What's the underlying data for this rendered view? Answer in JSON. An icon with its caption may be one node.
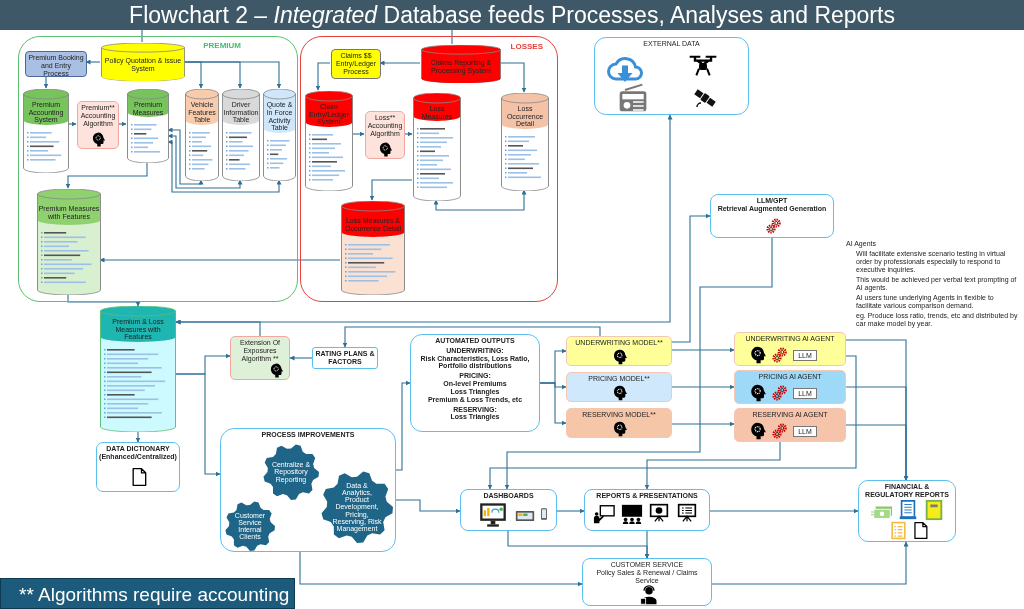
{
  "diagram": {
    "title": "Flowchart 2 – *Integrated* Database feeds Processes, Analyses and Reports",
    "nodes": [
      {
        "text": [
          "PREMIUM"
        ]
      },
      {
        "text": [
          "LOSSES"
        ]
      },
      {
        "text": [
          "Premium Booking and Entry Process"
        ],
        "in": 0
      },
      {
        "text": [
          "Policy Quotation & Issue System"
        ],
        "in": 0
      },
      {
        "text": [
          "Premium Accounting System"
        ],
        "in": 0
      },
      {
        "text": [
          "Premium** Accounting Algorithm"
        ],
        "in": 0
      },
      {
        "text": [
          "Premium Measures"
        ],
        "in": 0
      },
      {
        "text": [
          "Vehicle Features Table"
        ],
        "in": 0
      },
      {
        "text": [
          "Driver Information Table"
        ],
        "in": 0
      },
      {
        "text": [
          "Quote & In Force Activity Table"
        ],
        "in": 0
      },
      {
        "text": [
          "Premium Measures with Features"
        ],
        "in": 0
      },
      {
        "text": [
          "Claims $$ Entry/Ledger Process"
        ],
        "in": 1
      },
      {
        "text": [
          "Claims Reporting & Processing System"
        ],
        "in": 1
      },
      {
        "text": [
          "Claim Entry/Ledger System"
        ],
        "in": 1
      },
      {
        "text": [
          "Loss** Accounting Algorithm"
        ],
        "in": 1
      },
      {
        "text": [
          "Loss Measures"
        ],
        "in": 1
      },
      {
        "text": [
          "Loss Occurrence Detail"
        ],
        "in": 1
      },
      {
        "text": [
          "Loss Measures & Occurrence Detail"
        ],
        "in": 1
      },
      {
        "text": [
          "EXTERNAL DATA"
        ]
      },
      {
        "text": [
          "LLM/GPT",
          "Retrieval Augmented Generation"
        ]
      },
      {
        "text": [
          "Premium & Loss Measures with Features"
        ]
      },
      {
        "text": [
          "Extension Of Exposures Algorithm **"
        ]
      },
      {
        "text": [
          "RATING PLANS & FACTORS"
        ]
      },
      {
        "text": [
          "DATA DICTIONARY (Enhanced/Centralized)"
        ]
      },
      {
        "text": [
          "PROCESS IMPROVEMENTS"
        ]
      },
      {
        "text": [
          "Centralize & Repository Reporting"
        ],
        "in": 24
      },
      {
        "text": [
          "Customer Service Internal Clients"
        ],
        "in": 24
      },
      {
        "text": [
          "Data & Analytics, Product Development, Pricing, Reserving, Risk Management"
        ],
        "in": 24
      },
      {
        "text": [
          "AUTOMATED OUTPUTS",
          "UNDERWRITING:",
          "Risk Characteristics, Loss Ratio, Portfolio distributions",
          "PRICING:",
          "On-level Premiums",
          "Loss Triangles",
          "Premium & Loss Trends, etc",
          "RESERVING:",
          "Loss Triangles"
        ]
      },
      {
        "text": [
          "UNDERWRITING MODEL**"
        ]
      },
      {
        "text": [
          "PRICING MODEL**"
        ]
      },
      {
        "text": [
          "RESERVING MODEL**"
        ]
      },
      {
        "text": [
          "UNDERWRITING AI AGENT"
        ]
      },
      {
        "text": [
          "PRICING AI AGENT"
        ]
      },
      {
        "text": [
          "RESERVING AI AGENT"
        ]
      },
      {
        "text": [
          "LLM"
        ],
        "in": 32
      },
      {
        "text": [
          "LLM"
        ],
        "in": 33
      },
      {
        "text": [
          "LLM"
        ],
        "in": 34
      },
      {
        "text": [
          "DASHBOARDS"
        ]
      },
      {
        "text": [
          "REPORTS & PRESENTATIONS"
        ]
      },
      {
        "text": [
          "CUSTOMER SERVICE",
          "Policy Sales & Renewal / Claims Service"
        ]
      },
      {
        "text": [
          "FINANCIAL & REGULATORY REPORTS"
        ]
      }
    ],
    "edges": [
      {
        "from": null,
        "to": 3,
        "arrow": "none"
      },
      {
        "from": null,
        "to": 12,
        "arrow": "none"
      },
      {
        "from": 3,
        "to": 2,
        "arrow": "to"
      },
      {
        "from": 2,
        "to": 4,
        "arrow": "to"
      },
      {
        "from": 3,
        "to": 7,
        "arrow": "to"
      },
      {
        "from": 3,
        "to": 8,
        "arrow": "to"
      },
      {
        "from": 3,
        "to": 9,
        "arrow": "to"
      },
      {
        "from": 4,
        "to": 5,
        "arrow": "to"
      },
      {
        "from": 5,
        "to": 6,
        "arrow": "to"
      },
      {
        "from": 6,
        "to": 10,
        "arrow": "to"
      },
      {
        "from": 7,
        "to": 6,
        "arrow": "both"
      },
      {
        "from": 8,
        "to": 6,
        "arrow": "both"
      },
      {
        "from": 9,
        "to": 6,
        "arrow": "both"
      },
      {
        "from": 17,
        "to": 10,
        "arrow": "to"
      },
      {
        "from": 10,
        "to": 20,
        "arrow": "to"
      },
      {
        "from": 12,
        "to": 11,
        "arrow": "to"
      },
      {
        "from": 11,
        "to": 13,
        "arrow": "to"
      },
      {
        "from": 12,
        "to": 16,
        "arrow": "to"
      },
      {
        "from": 13,
        "to": 14,
        "arrow": "to"
      },
      {
        "from": 14,
        "to": 15,
        "arrow": "to"
      },
      {
        "from": 15,
        "to": 17,
        "arrow": "to"
      },
      {
        "from": 16,
        "to": 15,
        "arrow": "both"
      },
      {
        "from": 18,
        "to": 20,
        "arrow": "both"
      },
      {
        "from": 21,
        "to": 20,
        "arrow": "to"
      },
      {
        "from": 20,
        "to": 21,
        "arrow": "to"
      },
      {
        "from": 22,
        "to": 21,
        "arrow": "to"
      },
      {
        "from": 29,
        "to": 22,
        "arrow": "to"
      },
      {
        "from": 20,
        "to": 24,
        "arrow": "to"
      },
      {
        "from": 20,
        "to": 23,
        "arrow": "to"
      },
      {
        "from": 24,
        "to": 28,
        "arrow": "to"
      },
      {
        "from": 24,
        "to": 38,
        "arrow": "to"
      },
      {
        "from": 24,
        "to": 40,
        "arrow": "to"
      },
      {
        "from": 28,
        "to": 29,
        "arrow": "to"
      },
      {
        "from": 28,
        "to": 30,
        "arrow": "to"
      },
      {
        "from": 28,
        "to": 31,
        "arrow": "to"
      },
      {
        "from": 29,
        "to": 32,
        "arrow": "to"
      },
      {
        "from": 30,
        "to": 33,
        "arrow": "to"
      },
      {
        "from": 31,
        "to": 34,
        "arrow": "to"
      },
      {
        "from": 29,
        "to": 19,
        "arrow": "to"
      },
      {
        "from": 19,
        "to": 38,
        "arrow": "to"
      },
      {
        "from": 32,
        "to": 41,
        "arrow": "to"
      },
      {
        "from": 33,
        "to": 41,
        "arrow": "to"
      },
      {
        "from": 34,
        "to": 41,
        "arrow": "to"
      },
      {
        "from": 32,
        "to": 38,
        "arrow": "to"
      },
      {
        "from": 34,
        "to": 39,
        "arrow": "to"
      },
      {
        "from": 38,
        "to": 39,
        "arrow": "to"
      },
      {
        "from": 39,
        "to": 41,
        "arrow": "to"
      },
      {
        "from": 38,
        "to": 40,
        "arrow": "to"
      },
      {
        "from": 39,
        "to": 40,
        "arrow": "to"
      },
      {
        "from": 40,
        "to": 41,
        "arrow": "to"
      }
    ],
    "labels": [
      "AI Agents",
      "Will facilitate extensive scenario testing in virtual order by professionals especially to respond to executive inquiries.",
      "This would be achieved per verbal text prompting of AI agents.",
      "AI users tune underlying Agents in flexible to facilitate various comparison demand.",
      "eg. Produce loss ratio, trends, etc and distributed by car make model by year.",
      "** Algorithms require accounting"
    ]
  }
}
